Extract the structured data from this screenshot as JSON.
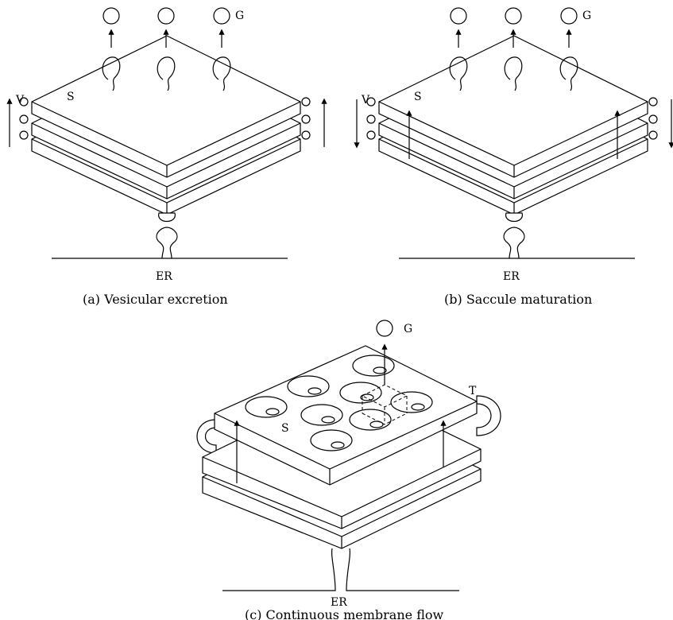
{
  "panels": {
    "a": {
      "caption": "(a) Vesicular excretion",
      "label_g": "G",
      "label_v": "V",
      "label_s": "S",
      "label_er": "ER"
    },
    "b": {
      "caption": "(b) Saccule maturation",
      "label_g": "G",
      "label_v": "V",
      "label_s": "S",
      "label_er": "ER"
    },
    "c": {
      "caption": "(c) Continuous membrane flow",
      "label_g": "G",
      "label_t": "T",
      "label_s": "S",
      "label_er": "ER"
    }
  }
}
